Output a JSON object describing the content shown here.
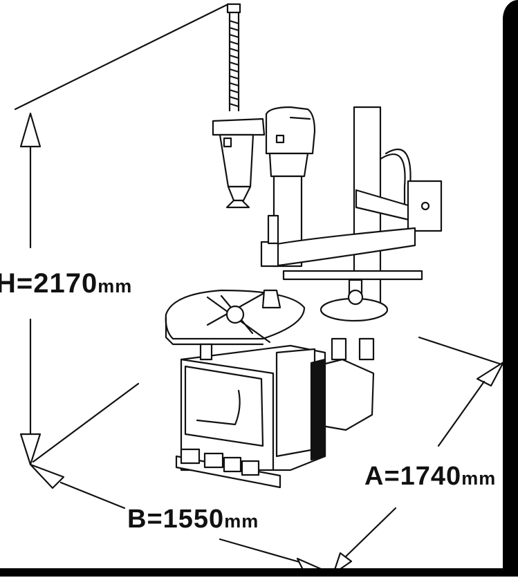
{
  "dimensions": {
    "height": {
      "prefix": "H=",
      "value": "2170",
      "unit": "mm"
    },
    "width_a": {
      "prefix": "A=",
      "value": "1740",
      "unit": "mm"
    },
    "width_b": {
      "prefix": "B=",
      "value": "1550",
      "unit": "mm"
    }
  },
  "colors": {
    "line": "#111111",
    "background": "#ffffff",
    "frame": "#000000"
  }
}
